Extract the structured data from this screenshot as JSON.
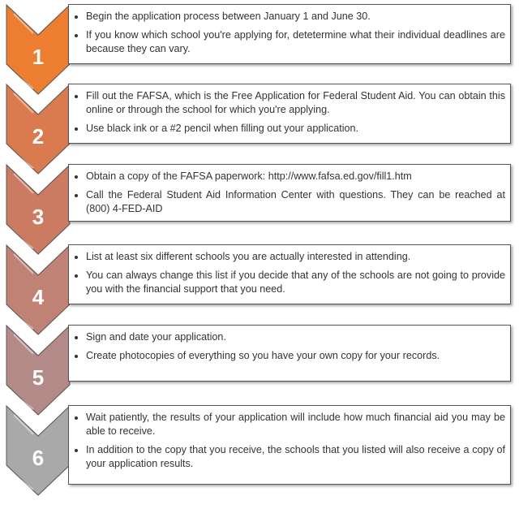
{
  "steps": [
    {
      "number": "1",
      "color": "#ED7D31",
      "bullets": [
        "Begin the application process between January 1 and June 30.",
        "If you know which school you're applying for, detetermine what their individual deadlines are because they can vary."
      ]
    },
    {
      "number": "2",
      "color": "#DA7A4F",
      "bullets": [
        "Fill out the FAFSA, which is the Free Application for Federal Student Aid. You can obtain this online or through the school for which you're applying.",
        "Use black ink or a #2 pencil when filling out your application."
      ]
    },
    {
      "number": "3",
      "color": "#CB7B62",
      "bullets": [
        "Obtain a copy of the FAFSA paperwork: http://www.fafsa.ed.gov/fill1.htm",
        "Call the Federal Student Aid Information Center with questions. They can be reached at (800) 4-FED-AID"
      ]
    },
    {
      "number": "4",
      "color": "#C08275",
      "bullets": [
        "List at least six different schools you are actually interested in attending.",
        "You can always change this list if you decide that any of the schools are not going to provide you with the financial support that you need."
      ]
    },
    {
      "number": "5",
      "color": "#B48A89",
      "bullets": [
        "Sign and date your application.",
        "Create photocopies of everything so you have your own copy for your records."
      ]
    },
    {
      "number": "6",
      "color": "#A9A9A9",
      "bullets": [
        "Wait patiently, the results of your application will include how much financial aid you may be able to receive.",
        "In addition to the copy that you receive, the schools that you listed will also receive a copy of your application results."
      ]
    }
  ]
}
